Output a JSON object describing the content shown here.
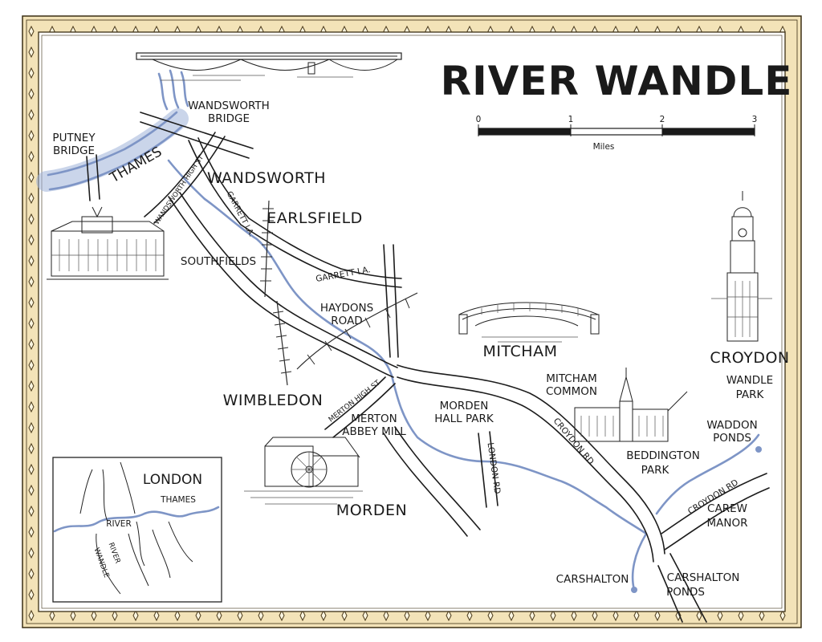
{
  "title": "RIVER WANDLE",
  "colors": {
    "border": "#f3e3b8",
    "border_ink": "#4a3a1a",
    "river": "#7e95c6",
    "ink": "#1a1a1a"
  },
  "scale_bar": {
    "ticks": [
      "0",
      "1",
      "2",
      "3"
    ],
    "unit": "Miles"
  },
  "places": {
    "wandsworth_bridge": [
      "WANDSWORTH",
      "BRIDGE"
    ],
    "putney_bridge": [
      "PUTNEY",
      "BRIDGE"
    ],
    "wandsworth": "WANDSWORTH",
    "earlsfield": "EARLSFIELD",
    "southfields": "SOUTHFIELDS",
    "haydons_road": [
      "HAYDONS",
      "ROAD"
    ],
    "mitcham": "MITCHAM",
    "croydon": "CROYDON",
    "wandle_park": [
      "WANDLE",
      "PARK"
    ],
    "mitcham_common": [
      "MITCHAM",
      "COMMON"
    ],
    "wimbledon": "WIMBLEDON",
    "morden_hall_park": [
      "MORDEN",
      "HALL PARK"
    ],
    "merton_abbey_mill": [
      "MERTON",
      "ABBEY MILL"
    ],
    "waddon_ponds": [
      "WADDON",
      "PONDS"
    ],
    "beddington_park": [
      "BEDDINGTON",
      "PARK"
    ],
    "morden": "MORDEN",
    "carew_manor": [
      "CAREW",
      "MANOR"
    ],
    "carshalton": "CARSHALTON",
    "carshalton_ponds": [
      "CARSHALTON",
      "PONDS"
    ]
  },
  "roads": {
    "thames": "THAMES",
    "wandsworth_high_st": "WANDSWORTH HIGH ST",
    "garrett_la_1": "GARRETT LA.",
    "garrett_la_2": "GARRETT LA.",
    "merton_high_st": "MERTON HIGH ST",
    "london_rd": "LONDON RD",
    "croydon_rd_1": "CROYDON RD",
    "croydon_rd_2": "CROYDON RD"
  },
  "inset": {
    "london": "LONDON",
    "thames": "THAMES",
    "river": "RIVER",
    "river_wandle": [
      "RIVER",
      "WANDLE"
    ]
  }
}
